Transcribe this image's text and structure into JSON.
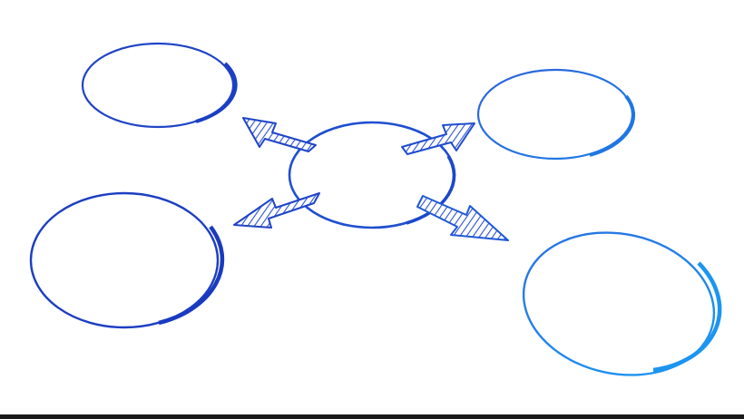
{
  "diagram": {
    "type": "hub-and-spoke",
    "hub": {
      "label": ""
    },
    "nodes": [
      {
        "label": "",
        "direction": "top-left"
      },
      {
        "label": "",
        "direction": "top-right"
      },
      {
        "label": "",
        "direction": "bottom-left"
      },
      {
        "label": "",
        "direction": "bottom-right"
      }
    ],
    "arrows": [
      {
        "from": "hub",
        "to": "node-top-left"
      },
      {
        "from": "hub",
        "to": "node-top-right"
      },
      {
        "from": "hub",
        "to": "node-bottom-left"
      },
      {
        "from": "hub",
        "to": "node-bottom-right"
      }
    ]
  },
  "colors": {
    "background": "#ffffff",
    "ink_dark": "#1a3fc4",
    "ink_mid": "#1e5ad6",
    "ink_light": "#1b8ff0",
    "hatch": "#2a52d0"
  }
}
